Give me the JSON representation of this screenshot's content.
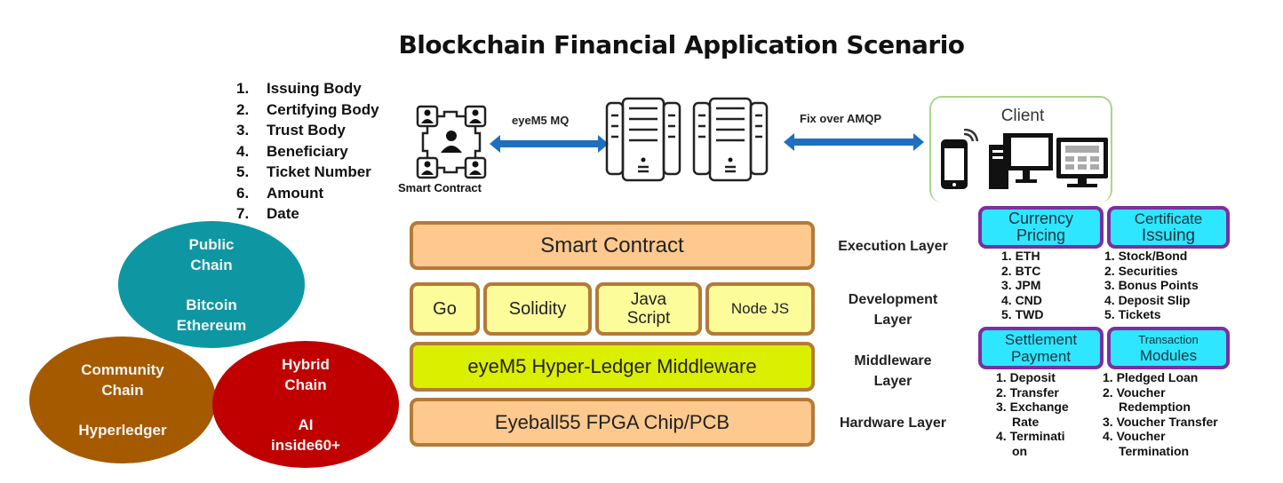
{
  "title": "Blockchain Financial Application Scenario",
  "fields": [
    {
      "num": "1.",
      "label": "Issuing Body"
    },
    {
      "num": "2.",
      "label": "Certifying Body"
    },
    {
      "num": "3.",
      "label": "Trust Body"
    },
    {
      "num": "4.",
      "label": "Beneficiary"
    },
    {
      "num": "5.",
      "label": "Ticket Number"
    },
    {
      "num": "6.",
      "label": "Amount"
    },
    {
      "num": "7.",
      "label": "Date"
    }
  ],
  "smart_contract_icon_label": "Smart Contract",
  "links": {
    "mq": "eyeM5  MQ",
    "amqp": "Fix over AMQP"
  },
  "client": {
    "title": "Client",
    "devices": [
      "mobile-phone",
      "desktop-computer",
      "monitor-dashboard"
    ]
  },
  "layers": {
    "execution": {
      "label": "Execution Layer",
      "box": "Smart Contract"
    },
    "development": {
      "label_line1": "Development",
      "label_line2": "Layer",
      "boxes": [
        "Go",
        "Solidity",
        "Java",
        "Script",
        "Node JS"
      ]
    },
    "middleware": {
      "label_line1": "Middleware",
      "label_line2": "Layer",
      "box": "eyeM5 Hyper-Ledger Middleware"
    },
    "hardware": {
      "label": "Hardware Layer",
      "box": "Eyeball55  FPGA Chip/PCB"
    }
  },
  "modules": {
    "currency": {
      "head1": "Currency",
      "head2": "Pricing",
      "items": [
        "1. ETH",
        "2. BTC",
        "3. JPM",
        "4. CND",
        "5. TWD"
      ]
    },
    "certificate": {
      "head1": "Certificate",
      "head2": "Issuing",
      "items": [
        "1. Stock/Bond",
        "2. Securities",
        "3. Bonus Points",
        "4. Deposit Slip",
        "5. Tickets"
      ]
    },
    "settlement": {
      "head1": "Settlement",
      "head2": "Payment",
      "items": [
        "1. Deposit",
        "2. Transfer",
        "3. Exchange",
        "Rate",
        "4. Terminati",
        "on"
      ]
    },
    "transaction": {
      "head1": "Transaction",
      "head2": "Modules",
      "items": [
        "1. Pledged Loan",
        "2. Voucher",
        "Redemption",
        "3. Voucher Transfer",
        "4. Voucher",
        "Termination"
      ]
    }
  },
  "chains": {
    "public": {
      "l1": "Public",
      "l2": "Chain",
      "l3": "Bitcoin",
      "l4": "Ethereum",
      "color": "#0e97a3"
    },
    "community": {
      "l1": "Community",
      "l2": "Chain",
      "l3": "Hyperledger",
      "color": "#a55a00"
    },
    "hybrid": {
      "l1": "Hybrid",
      "l2": "Chain",
      "l3": "AI",
      "l4": "inside60+",
      "color": "#c00000"
    }
  },
  "colors": {
    "arrow": "#1f6fc1",
    "layer_border": "#b47a36",
    "module_border": "#7b2fa0",
    "module_fill": "#2ee6ff"
  }
}
